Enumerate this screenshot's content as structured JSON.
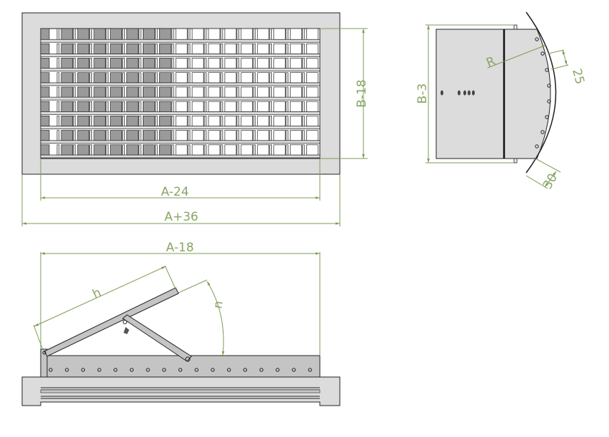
{
  "front_view": {
    "rows": 9,
    "dim_inner_width": "A-24",
    "dim_outer_width": "A+36",
    "dim_height": "B-18"
  },
  "side_view": {
    "dim_height": "B-3",
    "dim_radius": "R",
    "dim_hole_pitch": "25",
    "dim_edge": "30"
  },
  "bottom_view": {
    "dim_width": "A-18",
    "dim_blade": "h",
    "dim_angle": "n",
    "hole_count": 17
  },
  "colors": {
    "dimension": "#7d9b55",
    "frame": "#dcdcdc",
    "blade_dark": "#9a9a9a",
    "panel": "#c4c4c4"
  }
}
